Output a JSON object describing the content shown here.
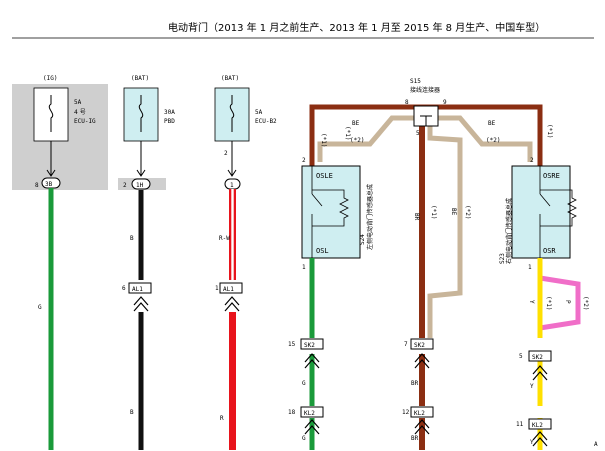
{
  "title": "电动背门（2013 年 1 月之前生产、2013 年 1 月至 2015 年 8 月生产、中国车型）",
  "fuses": [
    {
      "source": "(IG)",
      "amp": "5A",
      "name1": "4 号",
      "name2": "ECU-IG",
      "pin": "8",
      "conn": "3B"
    },
    {
      "source": "(BAT)",
      "amp": "30A",
      "name1": "PBD",
      "pin": "2",
      "conn": "1H"
    },
    {
      "source": "(BAT)",
      "amp": "5A",
      "name1": "ECU-B2",
      "pin": "2",
      "conn": "1"
    }
  ],
  "wire_colors": {
    "g": "G",
    "b": "B",
    "r": "R",
    "rw": "R-W",
    "br": "BR",
    "be": "BE",
    "y": "Y",
    "p": "P"
  },
  "notes": {
    "n1": "(*1)",
    "n2": "(*2)"
  },
  "splice": {
    "id": "S15",
    "desc": "接线连接器",
    "pin8": "8",
    "pin9": "9",
    "pin5": "5"
  },
  "sensors": [
    {
      "id": "S24",
      "desc": "左侧电动背门传感器总成",
      "top_label": "OSLE",
      "bot_label": "OSL",
      "pin_top": "2",
      "pin_bot": "1"
    },
    {
      "id": "S23",
      "desc": "右侧电动背门传感器总成",
      "top_label": "OSRE",
      "bot_label": "OSR",
      "pin_top": "2",
      "pin_bot": "1"
    }
  ],
  "connectors": {
    "al1_b": {
      "pin": "6",
      "name": "AL1"
    },
    "al1_r": {
      "pin": "1",
      "name": "AL1"
    },
    "sk2_l": {
      "pin": "15",
      "name": "SK2"
    },
    "sk2_m": {
      "pin": "7",
      "name": "SK2"
    },
    "sk2_r": {
      "pin": "5",
      "name": "SK2"
    },
    "kl2_l": {
      "pin": "18",
      "name": "KL2"
    },
    "kl2_m": {
      "pin": "12",
      "name": "KL2"
    },
    "kl2_r": {
      "pin": "11",
      "name": "KL2"
    }
  },
  "page_marker": "A"
}
